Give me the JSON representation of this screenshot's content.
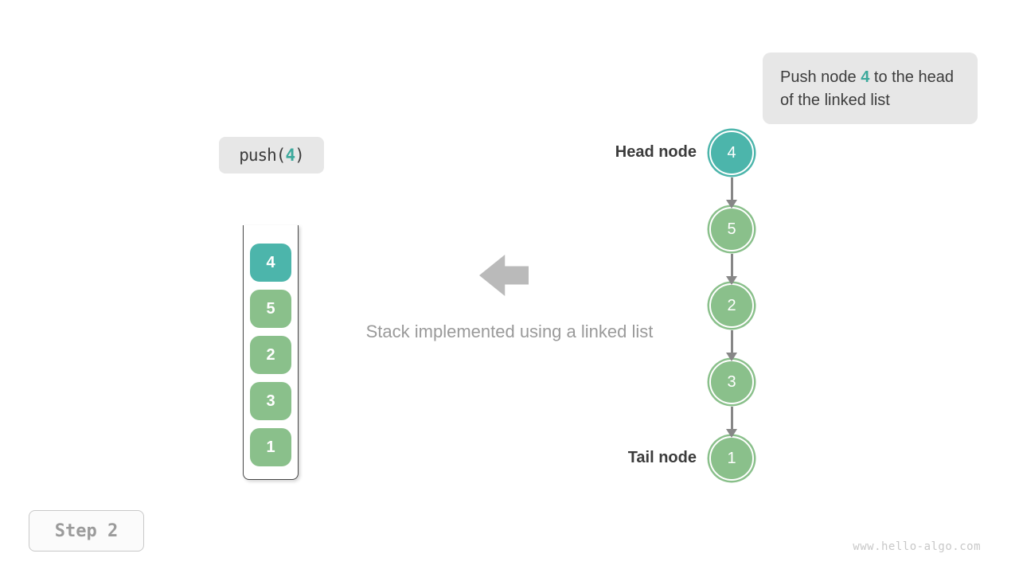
{
  "callout": {
    "prefix": "Push node ",
    "value": "4",
    "suffix": " to the head of the linked list"
  },
  "operation": {
    "prefix": "push(",
    "value": "4",
    "suffix": ")"
  },
  "stack": {
    "items": [
      {
        "value": "4",
        "color": "teal"
      },
      {
        "value": "5",
        "color": "green"
      },
      {
        "value": "2",
        "color": "green"
      },
      {
        "value": "3",
        "color": "green"
      },
      {
        "value": "1",
        "color": "green"
      }
    ]
  },
  "caption": {
    "text": "Stack implemented using a linked list"
  },
  "linked_list": {
    "head_label": "Head node",
    "tail_label": "Tail node",
    "nodes": [
      {
        "value": "4",
        "color": "teal"
      },
      {
        "value": "5",
        "color": "green"
      },
      {
        "value": "2",
        "color": "green"
      },
      {
        "value": "3",
        "color": "green"
      },
      {
        "value": "1",
        "color": "green"
      }
    ]
  },
  "footer": {
    "step_label": "Step 2",
    "watermark": "www.hello-algo.com"
  },
  "colors": {
    "highlight_teal": "#4cb5ab",
    "highlight_teal_text": "#3ca99c",
    "node_green": "#8ac08b",
    "arrow_gray": "#878787",
    "block_arrow_gray": "#bababa",
    "callout_bg": "#e7e7e7",
    "caption_gray": "#9a9a9a"
  }
}
